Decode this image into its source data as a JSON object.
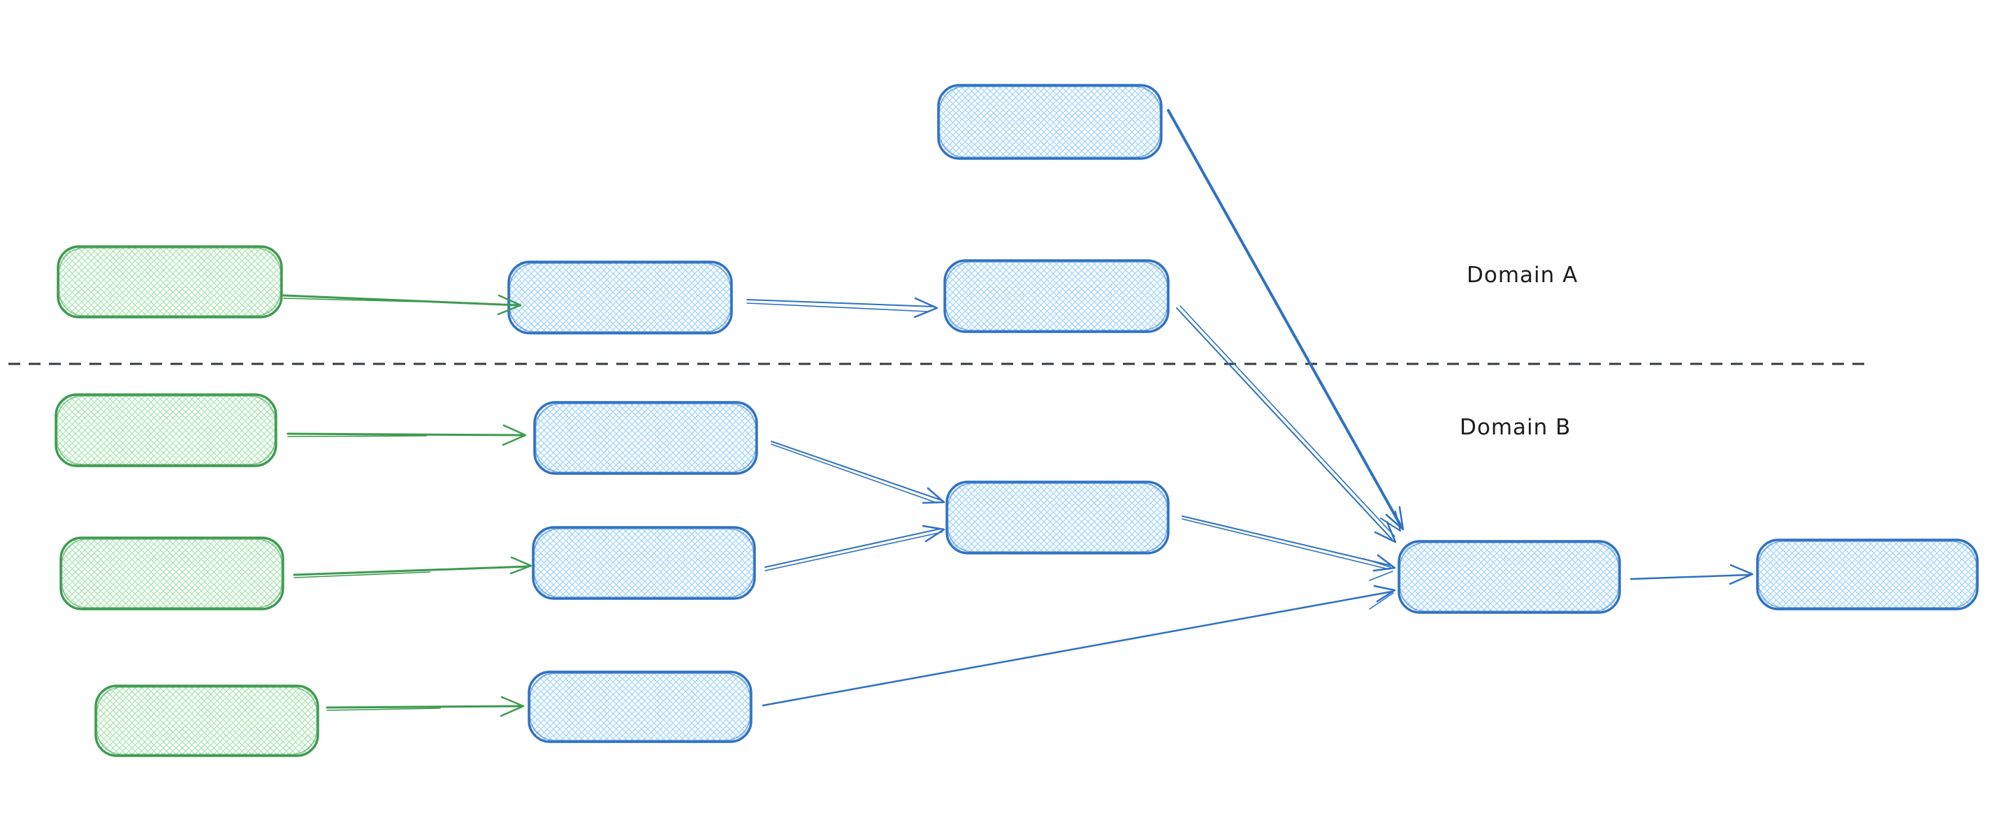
{
  "diagram": {
    "labels": {
      "domain_a": "Domain A",
      "domain_b": "Domain B"
    },
    "colors": {
      "green_stroke": "#3d9a50",
      "green_fill": "#aee8b5",
      "blue_stroke": "#2e71c3",
      "blue_fill": "#a5d8ff",
      "divider": "#343a40",
      "label_text": "#1d1d1d",
      "background": "#ffffff"
    },
    "nodes": [
      {
        "id": "domain-a-source",
        "domain": "Domain A",
        "color": "blue",
        "label": ""
      },
      {
        "id": "domain-a-input",
        "domain": "Domain A",
        "color": "green",
        "label": ""
      },
      {
        "id": "domain-a-process-1",
        "domain": "Domain A",
        "color": "blue",
        "label": ""
      },
      {
        "id": "domain-a-process-2",
        "domain": "Domain A",
        "color": "blue",
        "label": ""
      },
      {
        "id": "domain-b-input-1",
        "domain": "Domain B",
        "color": "green",
        "label": ""
      },
      {
        "id": "domain-b-process-1",
        "domain": "Domain B",
        "color": "blue",
        "label": ""
      },
      {
        "id": "domain-b-input-2",
        "domain": "Domain B",
        "color": "green",
        "label": ""
      },
      {
        "id": "domain-b-process-2",
        "domain": "Domain B",
        "color": "blue",
        "label": ""
      },
      {
        "id": "domain-b-merge",
        "domain": "Domain B",
        "color": "blue",
        "label": ""
      },
      {
        "id": "domain-b-input-3",
        "domain": "Domain B",
        "color": "green",
        "label": ""
      },
      {
        "id": "domain-b-process-3",
        "domain": "Domain B",
        "color": "blue",
        "label": ""
      },
      {
        "id": "cross-domain-merge",
        "domain": "Domain B",
        "color": "blue",
        "label": ""
      },
      {
        "id": "final-output",
        "domain": "Domain B",
        "color": "blue",
        "label": ""
      }
    ],
    "edges": [
      {
        "from": "domain-a-input",
        "to": "domain-a-process-1",
        "color": "green"
      },
      {
        "from": "domain-a-process-1",
        "to": "domain-a-process-2",
        "color": "blue"
      },
      {
        "from": "domain-a-source",
        "to": "cross-domain-merge",
        "color": "blue"
      },
      {
        "from": "domain-a-process-2",
        "to": "cross-domain-merge",
        "color": "blue"
      },
      {
        "from": "domain-b-input-1",
        "to": "domain-b-process-1",
        "color": "green"
      },
      {
        "from": "domain-b-process-1",
        "to": "domain-b-merge",
        "color": "blue"
      },
      {
        "from": "domain-b-input-2",
        "to": "domain-b-process-2",
        "color": "green"
      },
      {
        "from": "domain-b-process-2",
        "to": "domain-b-merge",
        "color": "blue"
      },
      {
        "from": "domain-b-merge",
        "to": "cross-domain-merge",
        "color": "blue"
      },
      {
        "from": "domain-b-input-3",
        "to": "domain-b-process-3",
        "color": "green"
      },
      {
        "from": "domain-b-process-3",
        "to": "cross-domain-merge",
        "color": "blue"
      },
      {
        "from": "cross-domain-merge",
        "to": "final-output",
        "color": "blue"
      }
    ],
    "divider": {
      "style": "dashed",
      "separates": [
        "Domain A",
        "Domain B"
      ]
    }
  }
}
